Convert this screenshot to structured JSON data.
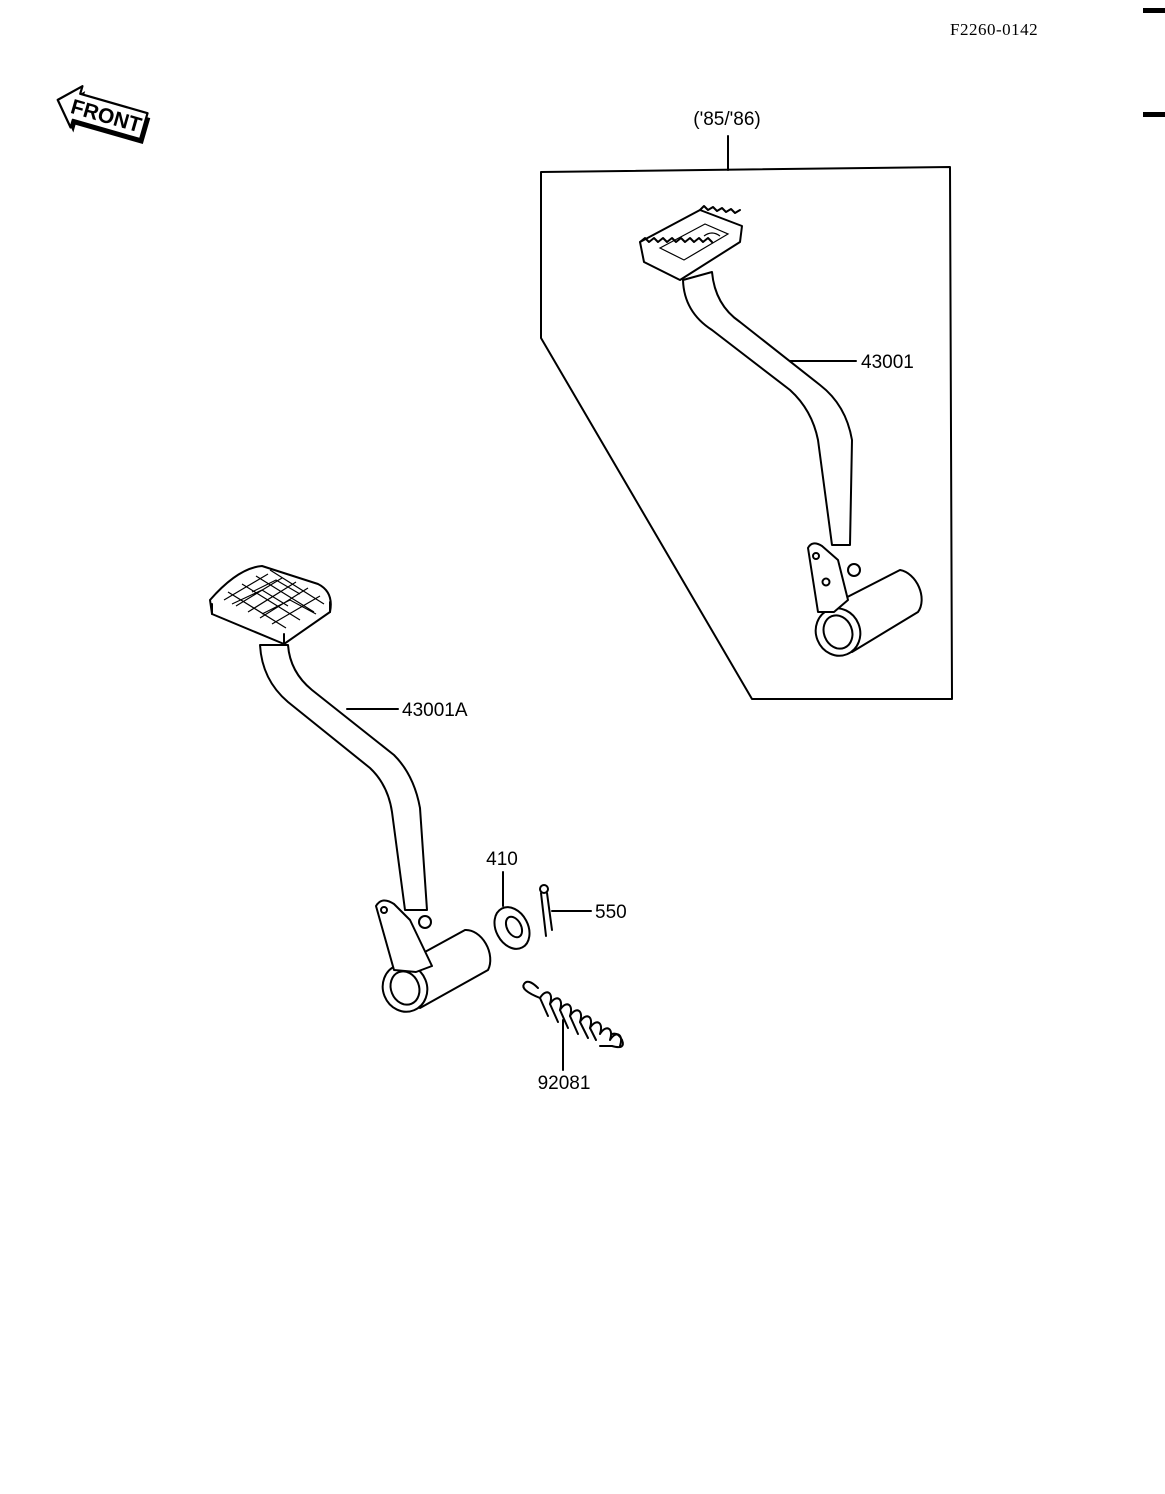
{
  "document_code": "F2260-0142",
  "front_label": "FRONT",
  "variant_note": "('85/'86)",
  "parts": [
    {
      "number": "43001"
    },
    {
      "number": "43001A"
    },
    {
      "number": "410"
    },
    {
      "number": "550"
    },
    {
      "number": "92081"
    }
  ]
}
